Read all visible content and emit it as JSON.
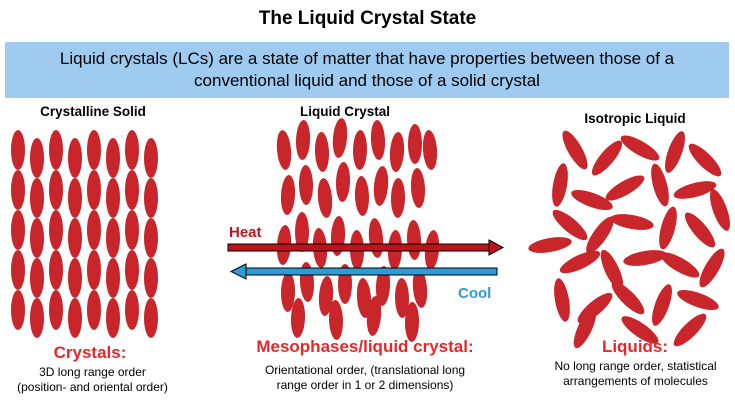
{
  "title": "The Liquid Crystal State",
  "banner": {
    "line1": "Liquid crystals (LCs) are a state of matter that have properties between those of a",
    "line2": "conventional liquid and those of a solid crystal"
  },
  "phases": {
    "solid": "Crystalline  Solid",
    "lc": "Liquid Crystal",
    "liquid": "Isotropic  Liquid"
  },
  "arrows": {
    "heat": "Heat",
    "cool": "Cool"
  },
  "categories": {
    "crystals": {
      "title": "Crystals:",
      "line1": "3D long range order",
      "line2": "(position- and oriental order)"
    },
    "mesophases": {
      "title": "Mesophases/liquid crystal:",
      "line1": "Orientational order, (translational long",
      "line2": "range order in 1 or 2 dimensions)"
    },
    "liquids": {
      "title": "Liquids:",
      "line1": "No long range order, statistical",
      "line2": "arrangements of molecules"
    }
  },
  "colors": {
    "banner": "#9fcbf0",
    "heat": "#c0121b",
    "cool": "#2e9bd6",
    "accent": "#e8272b",
    "molecule_dark": "#c8262a",
    "molecule_mid": "#ef4b3b",
    "molecule_light": "#f7a7ae"
  }
}
